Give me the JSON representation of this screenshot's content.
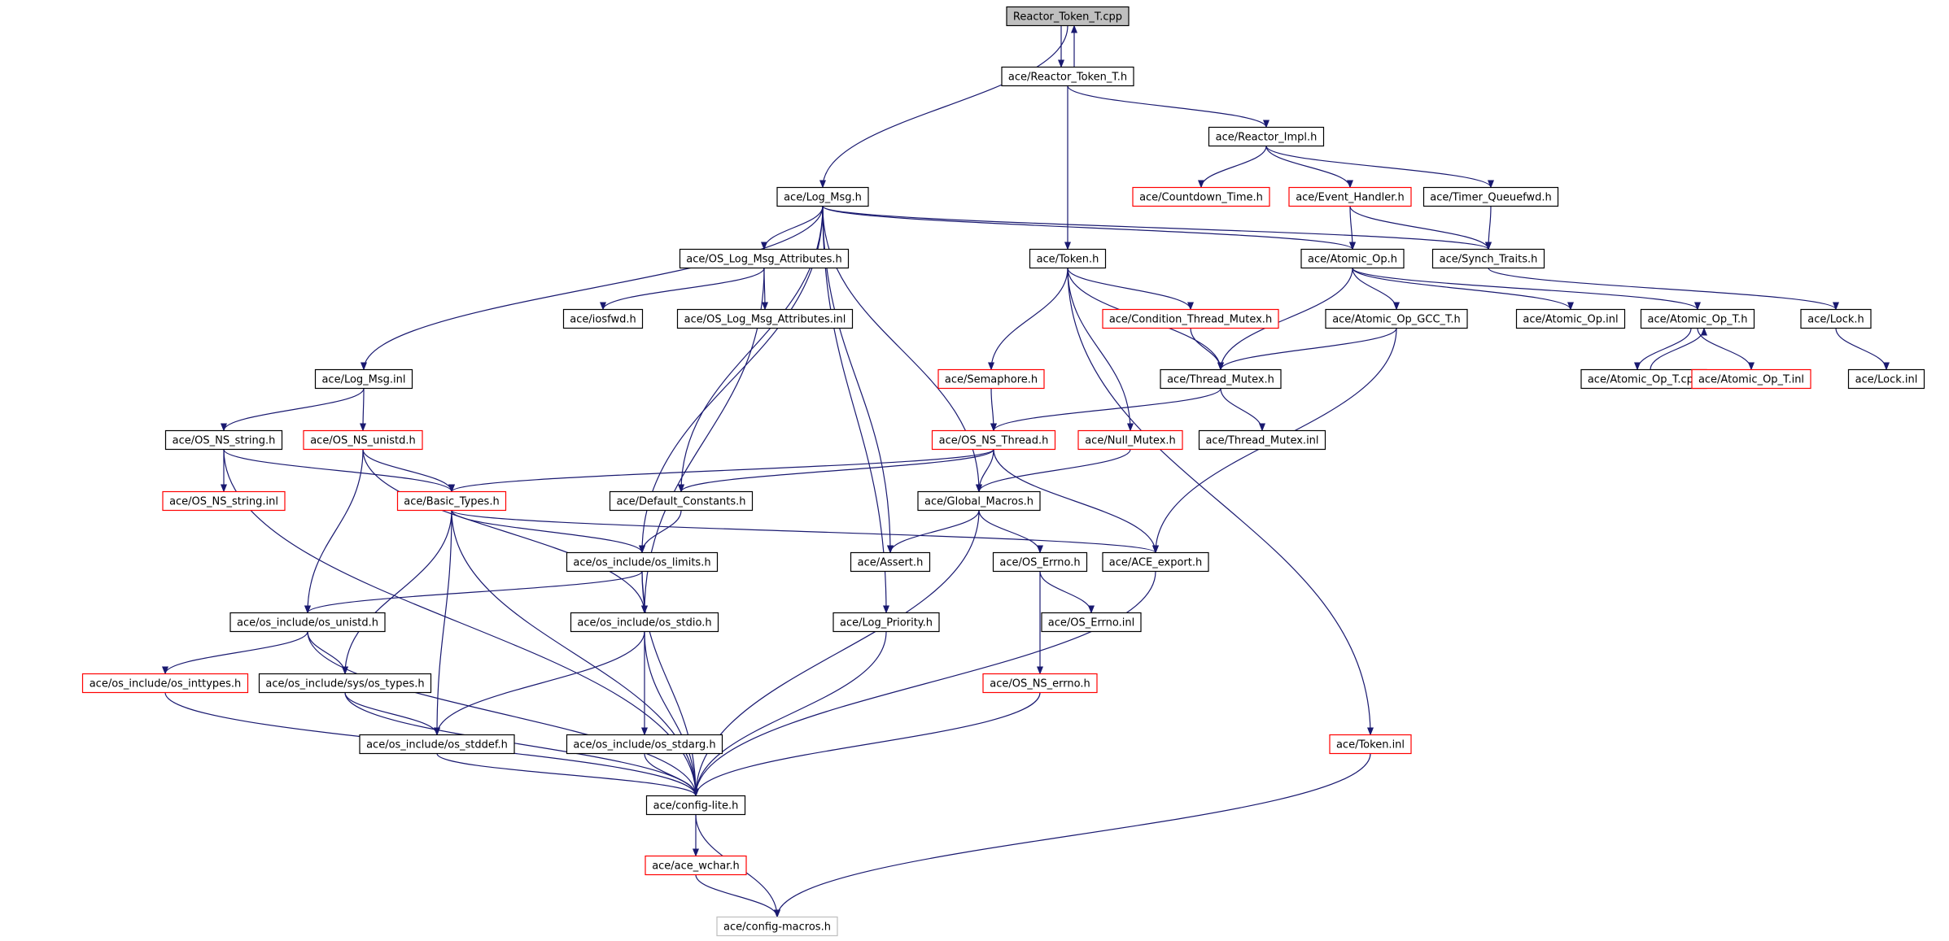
{
  "diagram": {
    "type": "include-dependency-graph",
    "colors": {
      "edge": "#191970",
      "border_normal": "#000000",
      "border_truncated": "#ff0000",
      "border_external": "#bfbfbf",
      "root_fill": "#bfbfbf",
      "background": "#ffffff"
    },
    "nodes": [
      {
        "id": "root",
        "label": "Reactor_Token_T.cpp",
        "style": "root"
      },
      {
        "id": "rtth",
        "label": "ace/Reactor_Token_T.h",
        "style": "normal"
      },
      {
        "id": "rimpl",
        "label": "ace/Reactor_Impl.h",
        "style": "normal"
      },
      {
        "id": "logmsg",
        "label": "ace/Log_Msg.h",
        "style": "normal"
      },
      {
        "id": "cdt",
        "label": "ace/Countdown_Time.h",
        "style": "truncated"
      },
      {
        "id": "evh",
        "label": "ace/Event_Handler.h",
        "style": "truncated"
      },
      {
        "id": "tqf",
        "label": "ace/Timer_Queuefwd.h",
        "style": "normal"
      },
      {
        "id": "osattr",
        "label": "ace/OS_Log_Msg_Attributes.h",
        "style": "normal"
      },
      {
        "id": "token",
        "label": "ace/Token.h",
        "style": "normal"
      },
      {
        "id": "atomic",
        "label": "ace/Atomic_Op.h",
        "style": "normal"
      },
      {
        "id": "synch",
        "label": "ace/Synch_Traits.h",
        "style": "normal"
      },
      {
        "id": "iosfwd",
        "label": "ace/iosfwd.h",
        "style": "normal"
      },
      {
        "id": "osattrinl",
        "label": "ace/OS_Log_Msg_Attributes.inl",
        "style": "normal"
      },
      {
        "id": "ctm",
        "label": "ace/Condition_Thread_Mutex.h",
        "style": "truncated"
      },
      {
        "id": "aogcc",
        "label": "ace/Atomic_Op_GCC_T.h",
        "style": "normal"
      },
      {
        "id": "aoinl",
        "label": "ace/Atomic_Op.inl",
        "style": "normal"
      },
      {
        "id": "aot",
        "label": "ace/Atomic_Op_T.h",
        "style": "normal"
      },
      {
        "id": "lock",
        "label": "ace/Lock.h",
        "style": "normal"
      },
      {
        "id": "logmsginl",
        "label": "ace/Log_Msg.inl",
        "style": "normal"
      },
      {
        "id": "sem",
        "label": "ace/Semaphore.h",
        "style": "truncated"
      },
      {
        "id": "thrmutex",
        "label": "ace/Thread_Mutex.h",
        "style": "normal"
      },
      {
        "id": "aotcpp",
        "label": "ace/Atomic_Op_T.cpp",
        "style": "normal"
      },
      {
        "id": "aotinl",
        "label": "ace/Atomic_Op_T.inl",
        "style": "truncated"
      },
      {
        "id": "lockinl",
        "label": "ace/Lock.inl",
        "style": "normal"
      },
      {
        "id": "nsstring",
        "label": "ace/OS_NS_string.h",
        "style": "normal"
      },
      {
        "id": "nsunistd",
        "label": "ace/OS_NS_unistd.h",
        "style": "truncated"
      },
      {
        "id": "nsthread",
        "label": "ace/OS_NS_Thread.h",
        "style": "truncated"
      },
      {
        "id": "nullmutex",
        "label": "ace/Null_Mutex.h",
        "style": "truncated"
      },
      {
        "id": "thrmutexinl",
        "label": "ace/Thread_Mutex.inl",
        "style": "normal"
      },
      {
        "id": "nsstringinl",
        "label": "ace/OS_NS_string.inl",
        "style": "truncated"
      },
      {
        "id": "basictypes",
        "label": "ace/Basic_Types.h",
        "style": "truncated"
      },
      {
        "id": "defconst",
        "label": "ace/Default_Constants.h",
        "style": "normal"
      },
      {
        "id": "globmac",
        "label": "ace/Global_Macros.h",
        "style": "normal"
      },
      {
        "id": "oslimits",
        "label": "ace/os_include/os_limits.h",
        "style": "normal"
      },
      {
        "id": "assert",
        "label": "ace/Assert.h",
        "style": "normal"
      },
      {
        "id": "oserrno",
        "label": "ace/OS_Errno.h",
        "style": "normal"
      },
      {
        "id": "aceexport",
        "label": "ace/ACE_export.h",
        "style": "normal"
      },
      {
        "id": "osunistd",
        "label": "ace/os_include/os_unistd.h",
        "style": "normal"
      },
      {
        "id": "osstdio",
        "label": "ace/os_include/os_stdio.h",
        "style": "normal"
      },
      {
        "id": "logprio",
        "label": "ace/Log_Priority.h",
        "style": "normal"
      },
      {
        "id": "oserrnoinl",
        "label": "ace/OS_Errno.inl",
        "style": "normal"
      },
      {
        "id": "osinttypes",
        "label": "ace/os_include/os_inttypes.h",
        "style": "truncated"
      },
      {
        "id": "systypes",
        "label": "ace/os_include/sys/os_types.h",
        "style": "normal"
      },
      {
        "id": "nserrno",
        "label": "ace/OS_NS_errno.h",
        "style": "truncated"
      },
      {
        "id": "osstddef",
        "label": "ace/os_include/os_stddef.h",
        "style": "normal"
      },
      {
        "id": "osstdarg",
        "label": "ace/os_include/os_stdarg.h",
        "style": "normal"
      },
      {
        "id": "tokeninl",
        "label": "ace/Token.inl",
        "style": "truncated"
      },
      {
        "id": "cfglite",
        "label": "ace/config-lite.h",
        "style": "normal"
      },
      {
        "id": "wchar",
        "label": "ace/ace_wchar.h",
        "style": "truncated"
      },
      {
        "id": "cfgmacros",
        "label": "ace/config-macros.h",
        "style": "external"
      }
    ],
    "edges": [
      [
        "root",
        "rtth"
      ],
      [
        "rtth",
        "root"
      ],
      [
        "root",
        "logmsg"
      ],
      [
        "rtth",
        "rimpl"
      ],
      [
        "rtth",
        "token"
      ],
      [
        "rimpl",
        "cdt"
      ],
      [
        "rimpl",
        "evh"
      ],
      [
        "rimpl",
        "tqf"
      ],
      [
        "evh",
        "atomic"
      ],
      [
        "evh",
        "synch"
      ],
      [
        "tqf",
        "synch"
      ],
      [
        "logmsg",
        "logmsginl"
      ],
      [
        "logmsg",
        "osattr"
      ],
      [
        "logmsg",
        "atomic"
      ],
      [
        "logmsg",
        "synch"
      ],
      [
        "logmsg",
        "globmac"
      ],
      [
        "logmsg",
        "defconst"
      ],
      [
        "logmsg",
        "oslimits"
      ],
      [
        "logmsg",
        "assert"
      ],
      [
        "logmsg",
        "logprio"
      ],
      [
        "osattr",
        "iosfwd"
      ],
      [
        "osattr",
        "osattrinl"
      ],
      [
        "osattr",
        "osstdio"
      ],
      [
        "token",
        "sem"
      ],
      [
        "token",
        "ctm"
      ],
      [
        "token",
        "thrmutex"
      ],
      [
        "token",
        "nullmutex"
      ],
      [
        "token",
        "tokeninl"
      ],
      [
        "atomic",
        "aogcc"
      ],
      [
        "atomic",
        "aoinl"
      ],
      [
        "atomic",
        "aot"
      ],
      [
        "atomic",
        "thrmutex"
      ],
      [
        "synch",
        "lock"
      ],
      [
        "lock",
        "lockinl"
      ],
      [
        "aot",
        "aotcpp"
      ],
      [
        "aotcpp",
        "aot"
      ],
      [
        "aot",
        "aotinl"
      ],
      [
        "ctm",
        "thrmutex"
      ],
      [
        "aogcc",
        "thrmutex"
      ],
      [
        "aogcc",
        "aceexport"
      ],
      [
        "thrmutex",
        "nsthread"
      ],
      [
        "thrmutex",
        "thrmutexinl"
      ],
      [
        "sem",
        "nsthread"
      ],
      [
        "nsthread",
        "basictypes"
      ],
      [
        "nsthread",
        "defconst"
      ],
      [
        "nsthread",
        "globmac"
      ],
      [
        "nsthread",
        "aceexport"
      ],
      [
        "nullmutex",
        "globmac"
      ],
      [
        "logmsginl",
        "nsstring"
      ],
      [
        "logmsginl",
        "nsunistd"
      ],
      [
        "nsstring",
        "nsstringinl"
      ],
      [
        "nsstring",
        "basictypes"
      ],
      [
        "nsstring",
        "cfglite"
      ],
      [
        "nsunistd",
        "basictypes"
      ],
      [
        "nsunistd",
        "osunistd"
      ],
      [
        "nsunistd",
        "osstdio"
      ],
      [
        "basictypes",
        "oslimits"
      ],
      [
        "basictypes",
        "aceexport"
      ],
      [
        "basictypes",
        "systypes"
      ],
      [
        "basictypes",
        "osstddef"
      ],
      [
        "basictypes",
        "cfglite"
      ],
      [
        "defconst",
        "oslimits"
      ],
      [
        "globmac",
        "assert"
      ],
      [
        "globmac",
        "oserrno"
      ],
      [
        "globmac",
        "cfglite"
      ],
      [
        "oslimits",
        "osunistd"
      ],
      [
        "oslimits",
        "osstdio"
      ],
      [
        "oslimits",
        "cfglite"
      ],
      [
        "oserrno",
        "oserrnoinl"
      ],
      [
        "oserrno",
        "nserrno"
      ],
      [
        "osunistd",
        "osinttypes"
      ],
      [
        "osunistd",
        "systypes"
      ],
      [
        "osunistd",
        "cfglite"
      ],
      [
        "osstdio",
        "osstddef"
      ],
      [
        "osstdio",
        "osstdarg"
      ],
      [
        "osstdio",
        "cfglite"
      ],
      [
        "systypes",
        "osstddef"
      ],
      [
        "systypes",
        "cfglite"
      ],
      [
        "osinttypes",
        "cfglite"
      ],
      [
        "osstddef",
        "cfglite"
      ],
      [
        "osstdarg",
        "cfglite"
      ],
      [
        "logprio",
        "cfglite"
      ],
      [
        "aceexport",
        "cfglite"
      ],
      [
        "nserrno",
        "cfglite"
      ],
      [
        "cfglite",
        "wchar"
      ],
      [
        "cfglite",
        "cfgmacros"
      ],
      [
        "wchar",
        "cfgmacros"
      ],
      [
        "tokeninl",
        "cfgmacros"
      ]
    ]
  }
}
